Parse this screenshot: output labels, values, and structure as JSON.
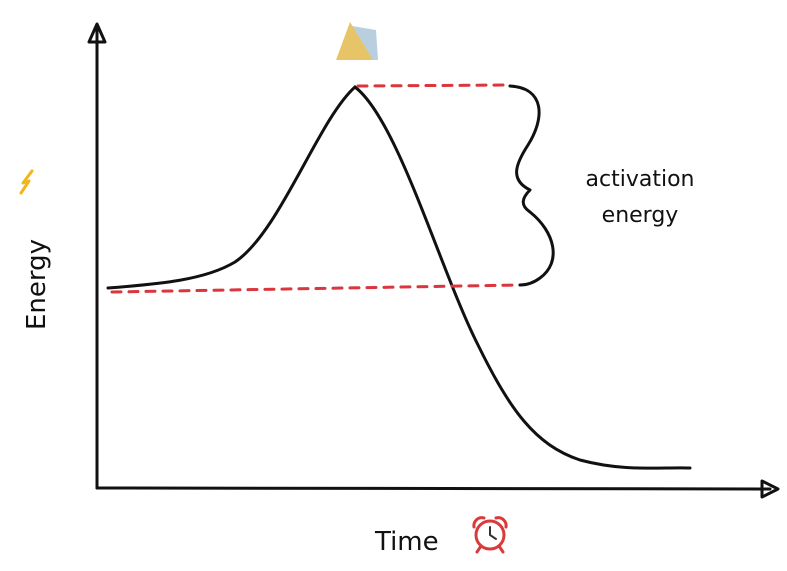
{
  "labels": {
    "y_axis": "Energy",
    "x_axis": "Time",
    "annotation_line1": "activation",
    "annotation_line2": "energy"
  },
  "icons": {
    "y_axis_icon": "lightning-bolt-icon",
    "x_axis_icon": "alarm-clock-icon",
    "peak_icon": "mountain-peak-icon"
  },
  "colors": {
    "curve": "#111111",
    "dashed_lines": "#d9363e",
    "lightning": "#f2b51c",
    "clock": "#d93a3a",
    "mountain": "#e8c468",
    "mountain_shade": "#b9cfe0"
  }
}
